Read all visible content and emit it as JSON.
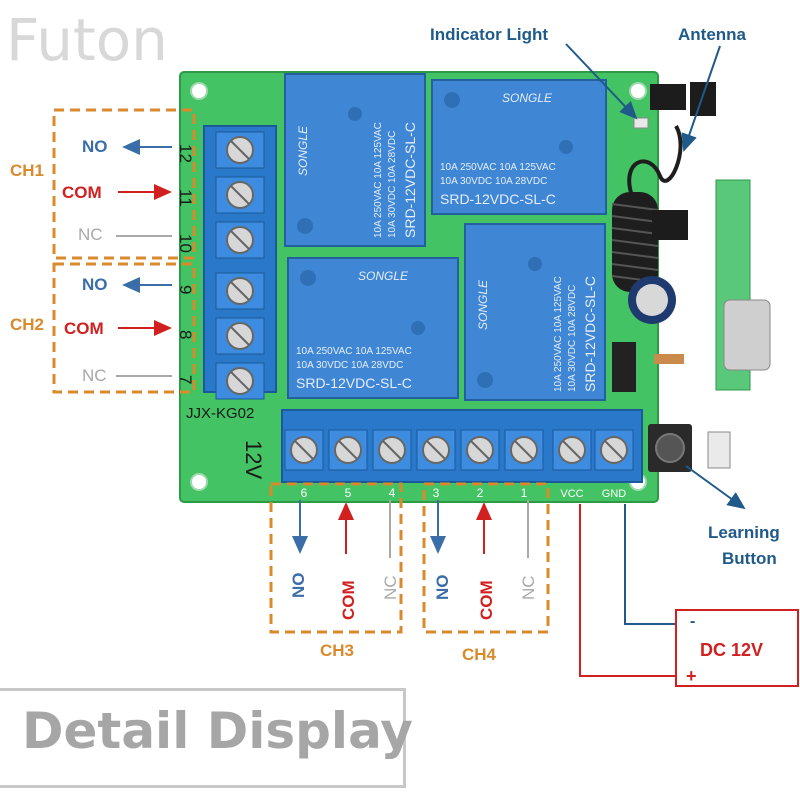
{
  "brand": "Futon",
  "footer": "Detail Display",
  "labels": {
    "indicator_light": "Indicator Light",
    "antenna": "Antenna",
    "learning_1": "Learning",
    "learning_2": "Button",
    "dc": "DC 12V",
    "minus": "-",
    "plus": "+",
    "board_model": "JJX-KG02",
    "board_voltage": "12V"
  },
  "channels": {
    "ch1": "CH1",
    "ch2": "CH2",
    "ch3": "CH3",
    "ch4": "CH4"
  },
  "pins": {
    "no": "NO",
    "com": "COM",
    "nc": "NC"
  },
  "left_pin_numbers": [
    "12",
    "11",
    "10",
    "9",
    "8",
    "7"
  ],
  "bottom_pin_numbers": [
    "6",
    "5",
    "4",
    "3",
    "2",
    "1",
    "VCC",
    "GND"
  ],
  "relay": {
    "brand": "SONGLE",
    "rating1": "10A 250VAC  10A 125VAC",
    "rating2": "10A  30VDC  10A  28VDC",
    "model": "SRD-12VDC-SL-C"
  },
  "colors": {
    "orange": "#d98a2b",
    "blue": "#3b6ea8",
    "red": "#d0201f",
    "gray": "#a8a8a8",
    "board": "#3fbf5e",
    "relay": "#3f86d4",
    "terminal": "#2a78c9"
  }
}
